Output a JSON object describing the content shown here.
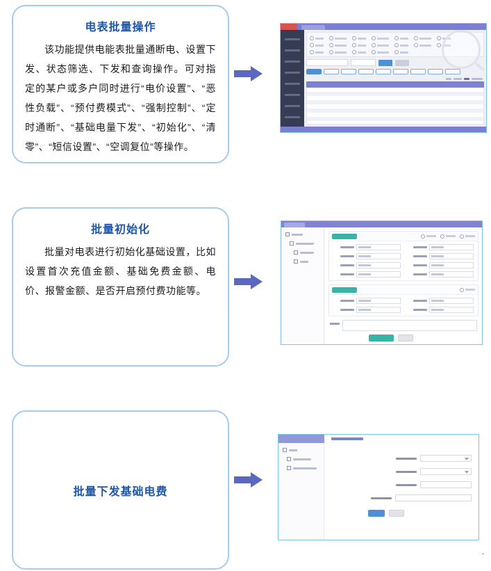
{
  "colors": {
    "title_blue": "#1e56a8",
    "callout_border": "#a6cbec",
    "arrow_indigo": "#5a68c0",
    "screenshot_border": "#7fc3e8",
    "mini_header_purple": "#7b7ed1",
    "mini_teal": "#39b3a6",
    "mini_blue": "#4f8fd8"
  },
  "sections": [
    {
      "title": "电表批量操作",
      "body": "该功能提供电能表批量通断电、设置下发、状态筛选、下发和查询操作。可对指定的某户或多户同时进行“电价设置”、“恶性负载”、“预付费模式”、“强制控制”、“定时通断”、“基础电量下发”、“初始化”、“清零”、“短信设置”、“空调复位”等操作。"
    },
    {
      "title": "批量初始化",
      "body": "批量对电表进行初始化基础设置，比如设置首次充值金额、基础免费金额、电价、报警金额、是否开启预付费功能等。"
    },
    {
      "title": "批量下发基础电费",
      "body": ""
    }
  ],
  "footer": {
    "stray": "."
  }
}
